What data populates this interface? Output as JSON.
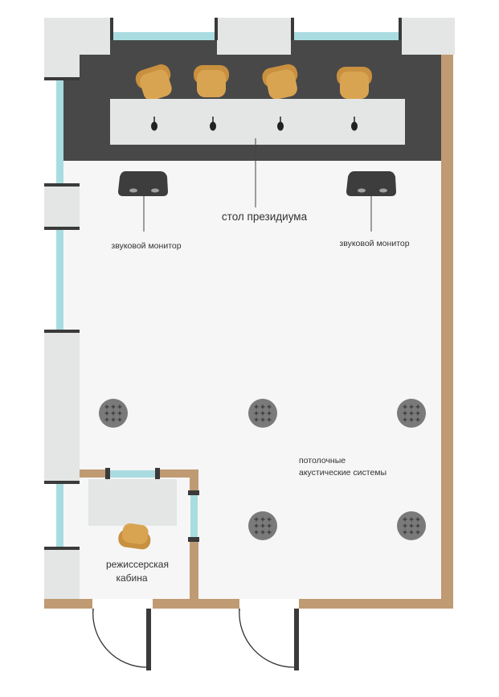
{
  "labels": {
    "presidium_table": "стол президиума",
    "monitor_left": "звуковой монитор",
    "monitor_right": "звуковой монитор",
    "ceiling_speakers_line1": "потолочные",
    "ceiling_speakers_line2": "акустические системы",
    "control_booth_line1": "режиссерская",
    "control_booth_line2": "кабина"
  },
  "colors": {
    "floor": "#f6f6f6",
    "stage": "#484848",
    "wall_brown": "#bf9a72",
    "glass": "#a9dce0",
    "column": "#e3e6e4",
    "chair": "#d9a452",
    "speaker": "#7a7a7a"
  },
  "icons": {
    "chair": "armchair-icon",
    "microphone": "microphone-icon",
    "monitor": "stage-monitor-icon",
    "speaker": "ceiling-speaker-icon",
    "door": "door-swing-icon"
  }
}
